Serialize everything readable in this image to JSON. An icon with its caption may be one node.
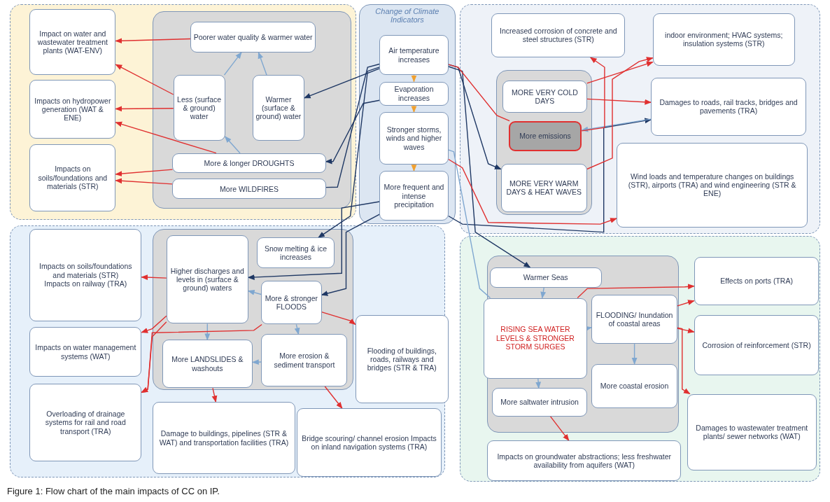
{
  "diagram": {
    "caption": "Figure 1: Flow chart of the main impacts of CC on IP.",
    "nodes": [
      {
        "text": [
          "Change of Climate Indicators"
        ]
      },
      {
        "text": [
          "Air temperature increases"
        ],
        "in": 0
      },
      {
        "text": [
          "Evaporation increases"
        ],
        "in": 0
      },
      {
        "text": [
          "Stronger storms, winds and higher waves"
        ],
        "in": 0
      },
      {
        "text": [
          "More frequent and intense precipitation"
        ],
        "in": 0
      },
      {
        "text": [],
        "shape": "box"
      },
      {
        "text": [
          "Impact on water and wastewater treatment plants (WAT-ENV)"
        ],
        "in": 5
      },
      {
        "text": [
          "Impacts on hydropower generation (WAT & ENE)"
        ],
        "in": 5
      },
      {
        "text": [
          "Impacts on soils/foundations and materials (STR)"
        ],
        "in": 5
      },
      {
        "text": [],
        "shape": "box",
        "in": 5
      },
      {
        "text": [
          "Poorer water quality & warmer water"
        ],
        "in": 9
      },
      {
        "text": [
          "Less (surface & ground) water"
        ],
        "in": 9
      },
      {
        "text": [
          "Warmer (surface & ground) water"
        ],
        "in": 9
      },
      {
        "text": [
          "More & longer DROUGHTS"
        ],
        "in": 9
      },
      {
        "text": [
          "More WILDFIRES"
        ],
        "in": 9
      },
      {
        "text": [],
        "shape": "box"
      },
      {
        "text": [
          "Increased corrosion of concrete and steel structures (STR)"
        ],
        "in": 15
      },
      {
        "text": [
          "indoor environment; HVAC systems; insulation systems (STR)"
        ],
        "in": 15
      },
      {
        "text": [],
        "shape": "box",
        "in": 15
      },
      {
        "text": [
          "MORE VERY COLD DAYS"
        ],
        "in": 18
      },
      {
        "text": [
          "More emissions"
        ],
        "in": 18
      },
      {
        "text": [
          "MORE VERY WARM DAYS & HEAT WAVES"
        ],
        "in": 18
      },
      {
        "text": [
          "Damages to roads, rail tracks, bridges and pavements (TRA)"
        ],
        "in": 15
      },
      {
        "text": [
          "Wind loads and temperature changes on buildings (STR), airports (TRA) and wind engineering (STR & ENE)"
        ],
        "in": 15
      },
      {
        "text": [],
        "shape": "box"
      },
      {
        "text": [
          "Impacts on soils/foundations and materials (STR)",
          "Impacts on railway (TRA)"
        ],
        "in": 24
      },
      {
        "text": [
          "Impacts on water management systems (WAT)"
        ],
        "in": 24
      },
      {
        "text": [
          "Overloading of drainage systems for rail and road transport (TRA)"
        ],
        "in": 24
      },
      {
        "text": [],
        "shape": "box",
        "in": 24
      },
      {
        "text": [
          "Higher discharges and levels in (surface & ground) waters"
        ],
        "in": 28
      },
      {
        "text": [
          "Snow melting & ice increases"
        ],
        "in": 28
      },
      {
        "text": [
          "More & stronger FLOODS"
        ],
        "in": 28
      },
      {
        "text": [
          "More LANDSLIDES & washouts"
        ],
        "in": 28
      },
      {
        "text": [
          "More erosion & sediment transport"
        ],
        "in": 28
      },
      {
        "text": [
          "Damage to buildings, pipelines (STR & WAT) and transportation facilities (TRA)"
        ],
        "in": 24
      },
      {
        "text": [
          "Flooding of buildings, roads, railways and bridges (STR & TRA)"
        ],
        "in": 24
      },
      {
        "text": [
          "Bridge scouring/ channel erosion Impacts on inland navigation systems (TRA)"
        ],
        "in": 24
      },
      {
        "text": [],
        "shape": "box"
      },
      {
        "text": [],
        "shape": "box",
        "in": 37
      },
      {
        "text": [
          "Warmer Seas"
        ],
        "in": 38
      },
      {
        "text": [
          "RISING SEA WATER LEVELS & STRONGER STORM SURGES"
        ],
        "in": 38
      },
      {
        "text": [
          "FLOODING/ Inundation of coastal areas"
        ],
        "in": 38
      },
      {
        "text": [
          "More saltwater intrusion"
        ],
        "in": 38
      },
      {
        "text": [
          "More coastal erosion"
        ],
        "in": 38
      },
      {
        "text": [
          "Effects on ports (TRA)"
        ],
        "in": 37
      },
      {
        "text": [
          "Corrosion of reinforcement (STR)"
        ],
        "in": 37
      },
      {
        "text": [
          "Damages to wastewater treatment plants/ sewer networks (WAT)"
        ],
        "in": 37
      },
      {
        "text": [
          "Impacts on groundwater abstractions; less freshwater availability from aquifers (WAT)"
        ],
        "in": 37
      }
    ],
    "edges": [
      {
        "from": 1,
        "to": 2,
        "arrow": "to",
        "color": "#f0a030"
      },
      {
        "from": 2,
        "to": 3,
        "arrow": "to",
        "color": "#f0a030"
      },
      {
        "from": 3,
        "to": 4,
        "arrow": "to",
        "color": "#f0a030"
      },
      {
        "from": 1,
        "to": 12,
        "arrow": "to",
        "color": "#1f3864"
      },
      {
        "from": 2,
        "to": 13,
        "arrow": "to",
        "color": "#1f3864"
      },
      {
        "from": 1,
        "to": 14,
        "arrow": "none",
        "color": "#1f3864"
      },
      {
        "from": 1,
        "to": 30,
        "arrow": "to",
        "color": "#1f3864"
      },
      {
        "from": 4,
        "to": 29,
        "arrow": "to",
        "color": "#1f3864"
      },
      {
        "from": 4,
        "to": 31,
        "arrow": "to",
        "color": "#1f3864"
      },
      {
        "from": 1,
        "to": 21,
        "arrow": "to",
        "color": "#1f3864"
      },
      {
        "from": 1,
        "to": 39,
        "arrow": "to",
        "color": "#1f3864"
      },
      {
        "from": 4,
        "to": 22,
        "arrow": "to",
        "color": "#1f3864"
      },
      {
        "from": 3,
        "to": 40,
        "arrow": "none",
        "color": "#7fa7d0"
      },
      {
        "from": 22,
        "to": 20,
        "arrow": "to",
        "color": "#7fa7d0"
      },
      {
        "from": 1,
        "to": 20,
        "arrow": "none"
      },
      {
        "from": 3,
        "to": 23,
        "arrow": "to"
      },
      {
        "from": 19,
        "to": 17,
        "arrow": "to"
      },
      {
        "from": 19,
        "to": 22,
        "arrow": "to"
      },
      {
        "from": 20,
        "to": 16,
        "arrow": "to"
      },
      {
        "from": 21,
        "to": 17,
        "arrow": "to"
      },
      {
        "from": 11,
        "to": 10,
        "arrow": "to",
        "color": "#7fa7d0"
      },
      {
        "from": 12,
        "to": 10,
        "arrow": "to",
        "color": "#7fa7d0"
      },
      {
        "from": 13,
        "to": 11,
        "arrow": "to",
        "color": "#7fa7d0"
      },
      {
        "from": 10,
        "to": 6,
        "arrow": "to"
      },
      {
        "from": 11,
        "to": 6,
        "arrow": "to"
      },
      {
        "from": 11,
        "to": 7,
        "arrow": "to"
      },
      {
        "from": 13,
        "to": 7,
        "arrow": "to"
      },
      {
        "from": 13,
        "to": 8,
        "arrow": "to"
      },
      {
        "from": 14,
        "to": 8,
        "arrow": "to"
      },
      {
        "from": 31,
        "to": 29,
        "arrow": "to",
        "color": "#7fa7d0"
      },
      {
        "from": 29,
        "to": 32,
        "arrow": "to",
        "color": "#7fa7d0"
      },
      {
        "from": 31,
        "to": 33,
        "arrow": "to",
        "color": "#7fa7d0"
      },
      {
        "from": 33,
        "to": 32,
        "arrow": "to",
        "color": "#7fa7d0"
      },
      {
        "from": 29,
        "to": 25,
        "arrow": "to"
      },
      {
        "from": 29,
        "to": 26,
        "arrow": "to"
      },
      {
        "from": 29,
        "to": 27,
        "arrow": "to"
      },
      {
        "from": 31,
        "to": 27,
        "arrow": "to"
      },
      {
        "from": 31,
        "to": 35,
        "arrow": "to"
      },
      {
        "from": 32,
        "to": 34,
        "arrow": "to"
      },
      {
        "from": 33,
        "to": 36,
        "arrow": "to"
      },
      {
        "from": 39,
        "to": 40,
        "arrow": "to",
        "color": "#7fa7d0"
      },
      {
        "from": 40,
        "to": 41,
        "arrow": "to",
        "color": "#7fa7d0"
      },
      {
        "from": 41,
        "to": 43,
        "arrow": "to",
        "color": "#7fa7d0"
      },
      {
        "from": 40,
        "to": 42,
        "arrow": "to",
        "color": "#7fa7d0"
      },
      {
        "from": 40,
        "to": 44,
        "arrow": "to"
      },
      {
        "from": 41,
        "to": 44,
        "arrow": "to"
      },
      {
        "from": 41,
        "to": 45,
        "arrow": "to"
      },
      {
        "from": 41,
        "to": 46,
        "arrow": "to"
      },
      {
        "from": 42,
        "to": 47,
        "arrow": "to"
      }
    ]
  }
}
